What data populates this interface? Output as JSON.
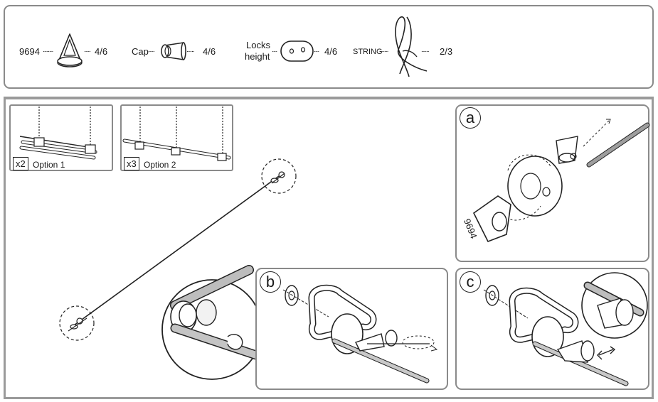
{
  "parts": {
    "loop_holder": {
      "code": "9694",
      "qty": "4/6",
      "icon": "loop-holder-icon"
    },
    "cap": {
      "label": "Cap",
      "qty": "4/6",
      "icon": "cap-icon"
    },
    "lock": {
      "label_line1": "Locks",
      "label_line2": "height",
      "qty": "4/6",
      "icon": "height-lock-icon"
    },
    "string": {
      "label": "STRING",
      "qty": "2/3",
      "icon": "string-coil-icon"
    }
  },
  "options": [
    {
      "multiplier": "x2",
      "label": "Option 1"
    },
    {
      "multiplier": "x3",
      "label": "Option 2"
    }
  ],
  "steps": {
    "a": {
      "letter": "a",
      "part_marking": "9694"
    },
    "b": {
      "letter": "b"
    },
    "c": {
      "letter": "c"
    }
  }
}
